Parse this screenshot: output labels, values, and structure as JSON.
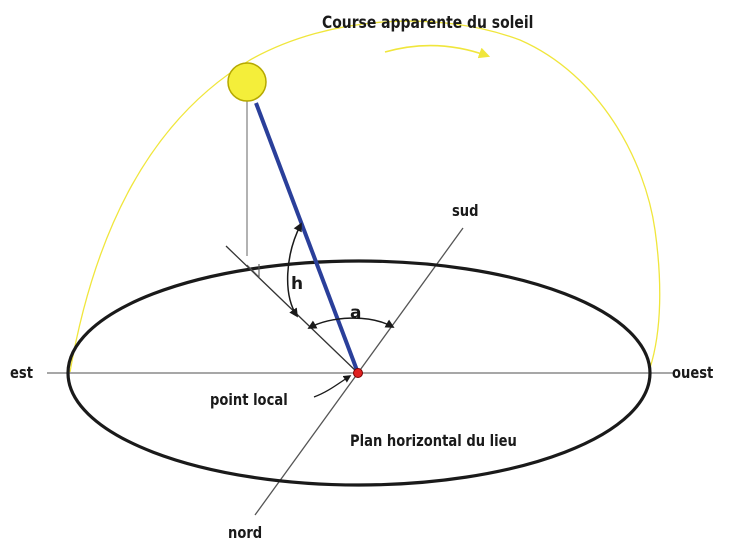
{
  "labels": {
    "title": "Course apparente du soleil",
    "south": "sud",
    "north": "nord",
    "east": "est",
    "west": "ouest",
    "local_point": "point local",
    "plane": "Plan horizontal du lieu",
    "azimuth": "a",
    "altitude": "h"
  },
  "colors": {
    "sun_fill": "#f4ee3a",
    "sun_stroke": "#b5a800",
    "sun_path": "#f0e63c",
    "sun_ray": "#2a3f9a",
    "horizon_ellipse": "#1a1a1a",
    "axis_lines": "#8a8a8a",
    "local_point": "#e02020",
    "arrows": "#1a1a1a"
  }
}
